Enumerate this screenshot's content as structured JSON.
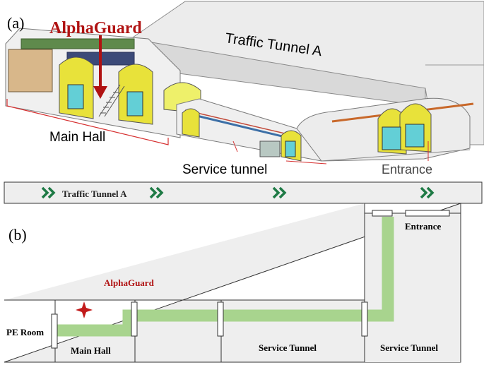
{
  "panel_a": {
    "label": "(a)",
    "alphaguard_label": "AlphaGuard",
    "traffic_tunnel_label": "Traffic Tunnel A",
    "main_hall_label": "Main Hall",
    "service_tunnel_label": "Service tunnel",
    "entrance_label": "Entrance"
  },
  "panel_b": {
    "label": "(b)",
    "traffic_tunnel_label": "Traffic Tunnel A",
    "alphaguard_label": "AlphaGuard",
    "pe_room_label": "PE Room",
    "main_hall_label": "Main Hall",
    "service_tunnel_1_label": "Service Tunnel",
    "service_tunnel_2_label": "Service Tunnel",
    "entrance_label": "Entrance"
  },
  "colors": {
    "alphaguard_red": "#b01212",
    "path_green": "#a8d48e",
    "arrow_green": "#1e7a45",
    "structure_yellow": "#e8e23a",
    "door_cyan": "#63cfd6",
    "tunnel_gray": "#e9e9e9",
    "pipe_orange": "#c8682a"
  }
}
